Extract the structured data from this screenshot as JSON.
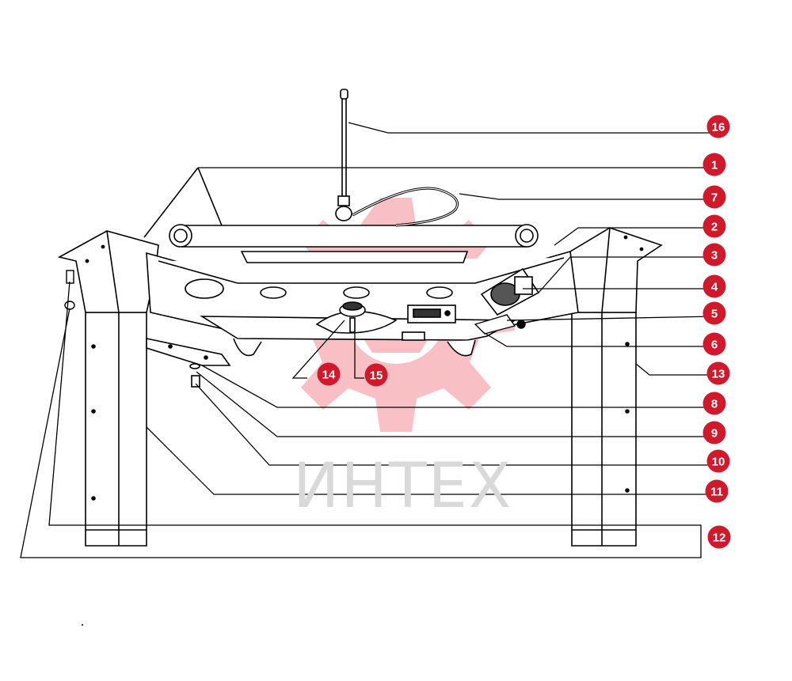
{
  "watermark": {
    "text": "ИНТЕХ",
    "color": "#f2a8ad"
  },
  "callouts": [
    "16",
    "1",
    "7",
    "2",
    "3",
    "4",
    "5",
    "6",
    "13",
    "8",
    "9",
    "10",
    "11",
    "12",
    "14",
    "15"
  ],
  "colors": {
    "callout_fill": "#d0192b",
    "line": "#000000"
  }
}
